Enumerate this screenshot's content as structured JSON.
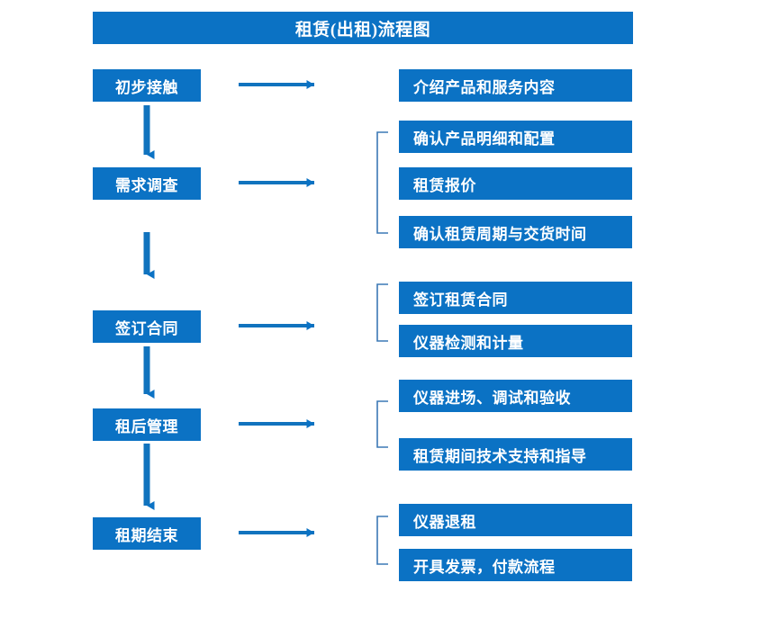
{
  "chart_data": {
    "type": "diagram",
    "title": "租赁(出租)流程图",
    "diagram_kind": "flowchart",
    "orientation": "vertical-with-branches",
    "accent_color": "#0b72c4",
    "text_color": "#ffffff",
    "background_color": "#ffffff",
    "stages": [
      {
        "label": "初步接触",
        "details": [
          "介绍产品和服务内容"
        ]
      },
      {
        "label": "需求调查",
        "details": [
          "确认产品明细和配置",
          "租赁报价",
          "确认租赁周期与交货时间"
        ]
      },
      {
        "label": "签订合同",
        "details": [
          "签订租赁合同",
          "仪器检测和计量"
        ]
      },
      {
        "label": "租后管理",
        "details": [
          "仪器进场、调试和验收",
          "租赁期间技术支持和指导"
        ]
      },
      {
        "label": "租期结束",
        "details": [
          "仪器退租",
          "开具发票，付款流程"
        ]
      }
    ]
  },
  "title": {
    "text": "租赁(出租)流程图"
  },
  "stages": [
    {
      "label": "初步接触"
    },
    {
      "label": "需求调查"
    },
    {
      "label": "签订合同"
    },
    {
      "label": "租后管理"
    },
    {
      "label": "租期结束"
    }
  ],
  "details": [
    {
      "label": "介绍产品和服务内容"
    },
    {
      "label": "确认产品明细和配置"
    },
    {
      "label": "租赁报价"
    },
    {
      "label": "确认租赁周期与交货时间"
    },
    {
      "label": "签订租赁合同"
    },
    {
      "label": "仪器检测和计量"
    },
    {
      "label": "仪器进场、调试和验收"
    },
    {
      "label": "租赁期间技术支持和指导"
    },
    {
      "label": "仪器退租"
    },
    {
      "label": "开具发票，付款流程"
    }
  ],
  "connectors": {
    "down_arrow_name": "down-arrow-icon",
    "right_arrow_name": "right-arrow-icon",
    "bracket_name": "group-bracket"
  }
}
